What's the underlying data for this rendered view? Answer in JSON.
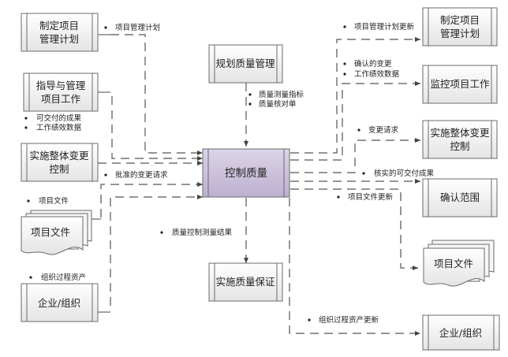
{
  "diagram": {
    "center": {
      "label": "控制质量"
    },
    "top": {
      "label": "规划质量管理",
      "outputs": [
        "质量测量指标",
        "质量核对单"
      ]
    },
    "bottom": {
      "label": "实施质量保证",
      "inputs": [
        "质量控制测量结果"
      ]
    },
    "left": [
      {
        "id": "L1",
        "label_lines": [
          "制定项目",
          "管理计划"
        ],
        "bullets": [
          "项目管理计划"
        ]
      },
      {
        "id": "L2",
        "label_lines": [
          "指导与管理",
          "项目工作"
        ],
        "bullets": [
          "可交付的成果",
          "工作绩效数据"
        ]
      },
      {
        "id": "L3",
        "label_lines": [
          "实施整体变更",
          "控制"
        ],
        "bullets": [
          "批准的变更请求"
        ]
      },
      {
        "id": "L4",
        "label_lines": [
          "项目文件"
        ],
        "bullets": [
          "项目文件"
        ],
        "shape": "document-stack"
      },
      {
        "id": "L5",
        "label_lines": [
          "企业/组织"
        ],
        "bullets": [
          "组织过程资产"
        ]
      }
    ],
    "right": [
      {
        "id": "R1",
        "label_lines": [
          "制定项目",
          "管理计划"
        ],
        "bullets": [
          "项目管理计划更新"
        ]
      },
      {
        "id": "R2",
        "label_lines": [
          "监控项目工作"
        ],
        "bullets": [
          "确认的变更",
          "工作绩效数据"
        ]
      },
      {
        "id": "R3",
        "label_lines": [
          "实施整体变更",
          "控制"
        ],
        "bullets": [
          "变更请求"
        ]
      },
      {
        "id": "R4",
        "label_lines": [
          "确认范围"
        ],
        "bullets": [
          "核实的可交付成果"
        ]
      },
      {
        "id": "R5",
        "label_lines": [
          "项目文件"
        ],
        "bullets": [
          "项目文件更新"
        ],
        "shape": "document-stack"
      },
      {
        "id": "R6",
        "label_lines": [
          "企业/组织"
        ],
        "bullets": [
          "组织过程资产更新"
        ]
      }
    ],
    "colors": {
      "center_fill_top": "#d8d0e4",
      "center_fill_bottom": "#bfb3d3",
      "box_fill_top": "#ffffff",
      "box_fill_bottom": "#e6e6e6",
      "border": "#6b6b6b",
      "line": "#555555"
    }
  }
}
